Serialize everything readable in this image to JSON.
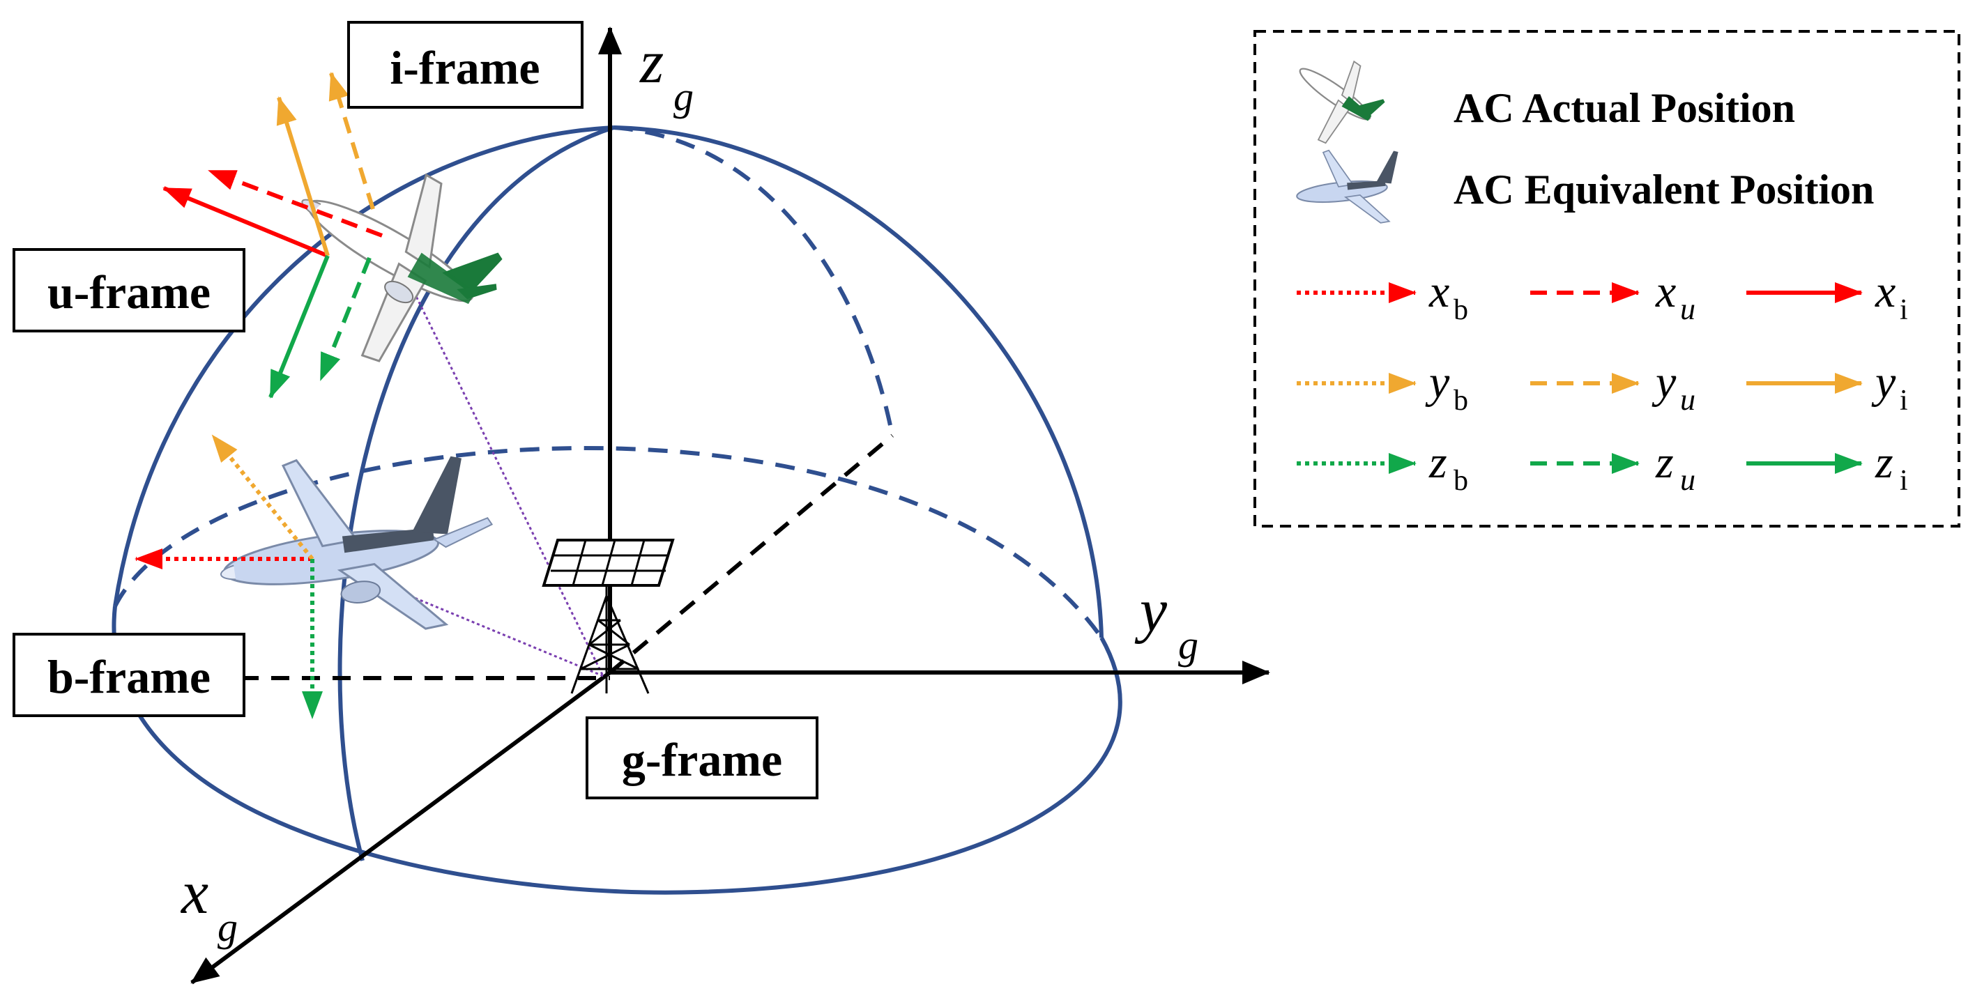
{
  "labels": {
    "i_frame": "i-frame",
    "u_frame": "u-frame",
    "b_frame": "b-frame",
    "g_frame": "g-frame"
  },
  "axes": {
    "z": {
      "var": "z",
      "sub": "g"
    },
    "y": {
      "var": "y",
      "sub": "g"
    },
    "x": {
      "var": "x",
      "sub": "g"
    }
  },
  "legend": {
    "actual": "AC Actual Position",
    "equivalent": "AC Equivalent Position",
    "rows": [
      {
        "name": "x",
        "b": {
          "var": "x",
          "sub": "b"
        },
        "u": {
          "var": "x",
          "sub": "u"
        },
        "i": {
          "var": "x",
          "sub": "i"
        }
      },
      {
        "name": "y",
        "b": {
          "var": "y",
          "sub": "b"
        },
        "u": {
          "var": "y",
          "sub": "u"
        },
        "i": {
          "var": "y",
          "sub": "i"
        }
      },
      {
        "name": "z",
        "b": {
          "var": "z",
          "sub": "b"
        },
        "u": {
          "var": "z",
          "sub": "u"
        },
        "i": {
          "var": "z",
          "sub": "i"
        }
      }
    ]
  },
  "colors": {
    "x": "#ff0000",
    "y": "#f0a830",
    "z": "#11a84a",
    "dome": "#2f4f8f",
    "axis": "#000000",
    "line_of_sight": "#7a3fb0",
    "actual_aircraft_body": "#ffffff",
    "actual_aircraft_tail": "#1a7a3a",
    "equivalent_aircraft_body": "#c8d6f0",
    "equivalent_aircraft_dark": "#4a5565"
  },
  "icons": [
    "actual-aircraft-icon",
    "equivalent-aircraft-icon",
    "ground-antenna-icon"
  ]
}
